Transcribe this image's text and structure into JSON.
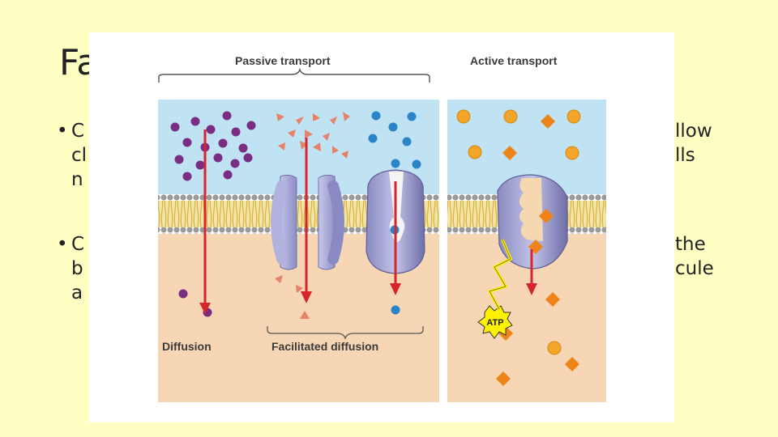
{
  "slide": {
    "title_visible": "Fa",
    "bullet1": {
      "mark": "•",
      "line1": "C",
      "line2": "cl",
      "line3": "n",
      "right1": "llow",
      "right2": "lls"
    },
    "bullet2": {
      "mark": "•",
      "line1": "C",
      "line2": "b",
      "line3": "a",
      "right1": "the",
      "right2": "cule"
    }
  },
  "figure": {
    "passive_label": "Passive transport",
    "active_label": "Active transport",
    "diffusion_label": "Diffusion",
    "facilitated_label": "Facilitated diffusion",
    "atp_label": "ATP",
    "colors": {
      "extracellular": "#bfe3f2",
      "cytoplasm": "#f6d6b4",
      "lipid_head": "#9a9a9a",
      "lipid_tail": "#e0c060",
      "protein": "#a9a9d8",
      "arrow": "#d7262b",
      "purple_molecule": "#7b2d83",
      "salmon_molecule": "#e6826a",
      "blue_molecule": "#2c84c8",
      "orange_circle": "#f3a52a",
      "orange_diamond": "#ee8418",
      "slide_background": "#ffffc4"
    }
  }
}
